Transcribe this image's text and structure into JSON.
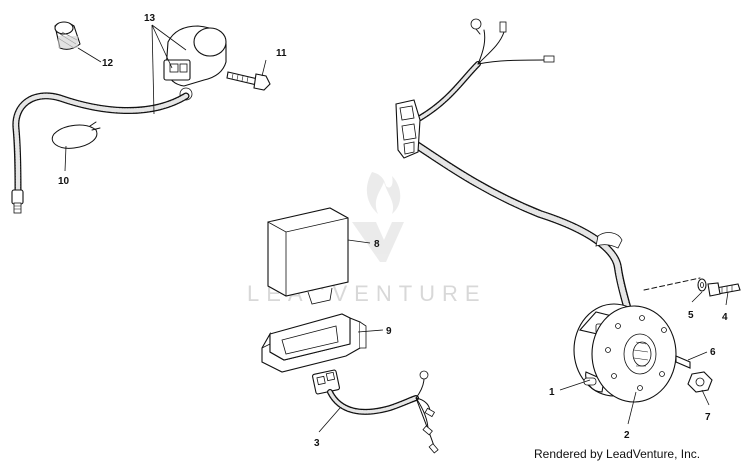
{
  "watermark": {
    "text": "LEADVENTURE"
  },
  "footer": {
    "text": "Rendered by LeadVenture, Inc."
  },
  "callouts": {
    "c1": "1",
    "c2": "2",
    "c3": "3",
    "c4": "4",
    "c5": "5",
    "c6": "6",
    "c7": "7",
    "c8": "8",
    "c9": "9",
    "c10": "10",
    "c11": "11",
    "c12": "12",
    "c13": "13"
  }
}
